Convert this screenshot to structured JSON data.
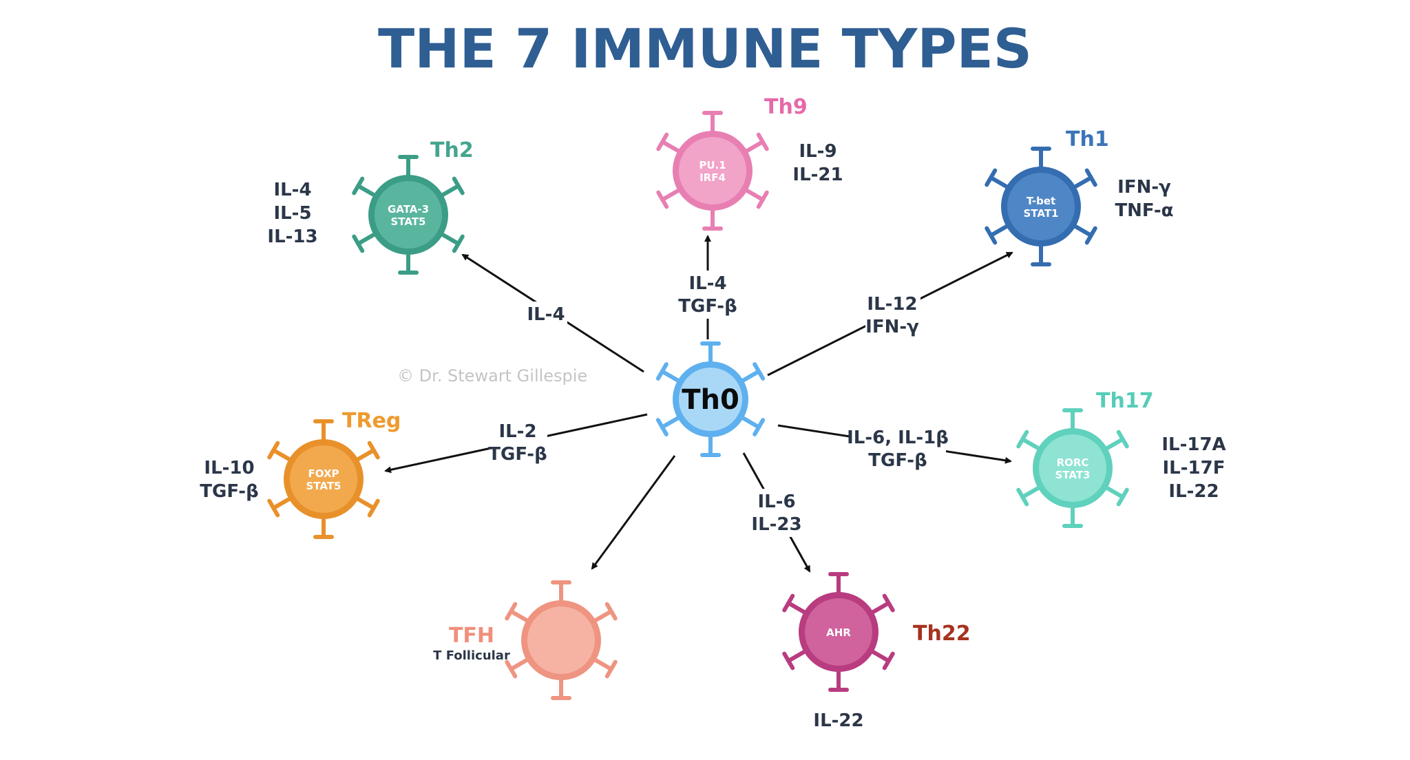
{
  "title": "THE 7 IMMUNE TYPES",
  "watermark": "© Dr. Stewart Gillespie",
  "center": {
    "name": "Th0"
  },
  "cells": [
    {
      "key": "th9",
      "name": "Th9",
      "inner": [
        "PU.1",
        "IRF4"
      ],
      "cytokines": [
        "IL-9",
        "IL-21"
      ],
      "inducers": [
        "IL-4",
        "TGF-β"
      ],
      "color": "#f2a3c8",
      "rim": "#e87fb3",
      "label_color": "#e56aa8"
    },
    {
      "key": "th2",
      "name": "Th2",
      "inner": [
        "GATA-3",
        "STAT5"
      ],
      "cytokines": [
        "IL-4",
        "IL-5",
        "IL-13"
      ],
      "inducers": [
        "IL-4"
      ],
      "color": "#5ab59f",
      "rim": "#3c9d86",
      "label_color": "#45a58e"
    },
    {
      "key": "th1",
      "name": "Th1",
      "inner": [
        "T-bet",
        "STAT1"
      ],
      "cytokines": [
        "IFN-γ",
        "TNF-α"
      ],
      "inducers": [
        "IL-12",
        "IFN-γ"
      ],
      "color": "#4f86c6",
      "rim": "#346db0",
      "label_color": "#3b74b8"
    },
    {
      "key": "treg",
      "name": "TReg",
      "inner": [
        "FOXP",
        "STAT5"
      ],
      "cytokines": [
        "IL-10",
        "TGF-β"
      ],
      "inducers": [
        "IL-2",
        "TGF-β"
      ],
      "color": "#f2a94e",
      "rim": "#e8912a",
      "label_color": "#ee9a2e"
    },
    {
      "key": "th17",
      "name": "Th17",
      "inner": [
        "RORC",
        "STAT3"
      ],
      "cytokines": [
        "IL-17A",
        "IL-17F",
        "IL-22"
      ],
      "inducers": [
        "IL-6, IL-1β",
        "TGF-β"
      ],
      "color": "#8fe3d3",
      "rim": "#5fd1bc",
      "label_color": "#56cdb8"
    },
    {
      "key": "tfh",
      "name": "TFH",
      "subtitle": "T Follicular",
      "inner": [],
      "cytokines": [],
      "inducers": [],
      "color": "#f6b3a3",
      "rim": "#ee9480",
      "label_color": "#f08f7c"
    },
    {
      "key": "th22",
      "name": "Th22",
      "inner": [
        "AHR"
      ],
      "cytokines": [
        "IL-22"
      ],
      "inducers": [
        "IL-6",
        "IL-23"
      ],
      "color": "#d0639d",
      "rim": "#b83c7f",
      "label_color": "#a6321f"
    }
  ],
  "colors": {
    "title": "#2f5e93",
    "text": "#2b3648",
    "center_fill": "#a9d8f7",
    "center_rim": "#5fb0ee"
  }
}
